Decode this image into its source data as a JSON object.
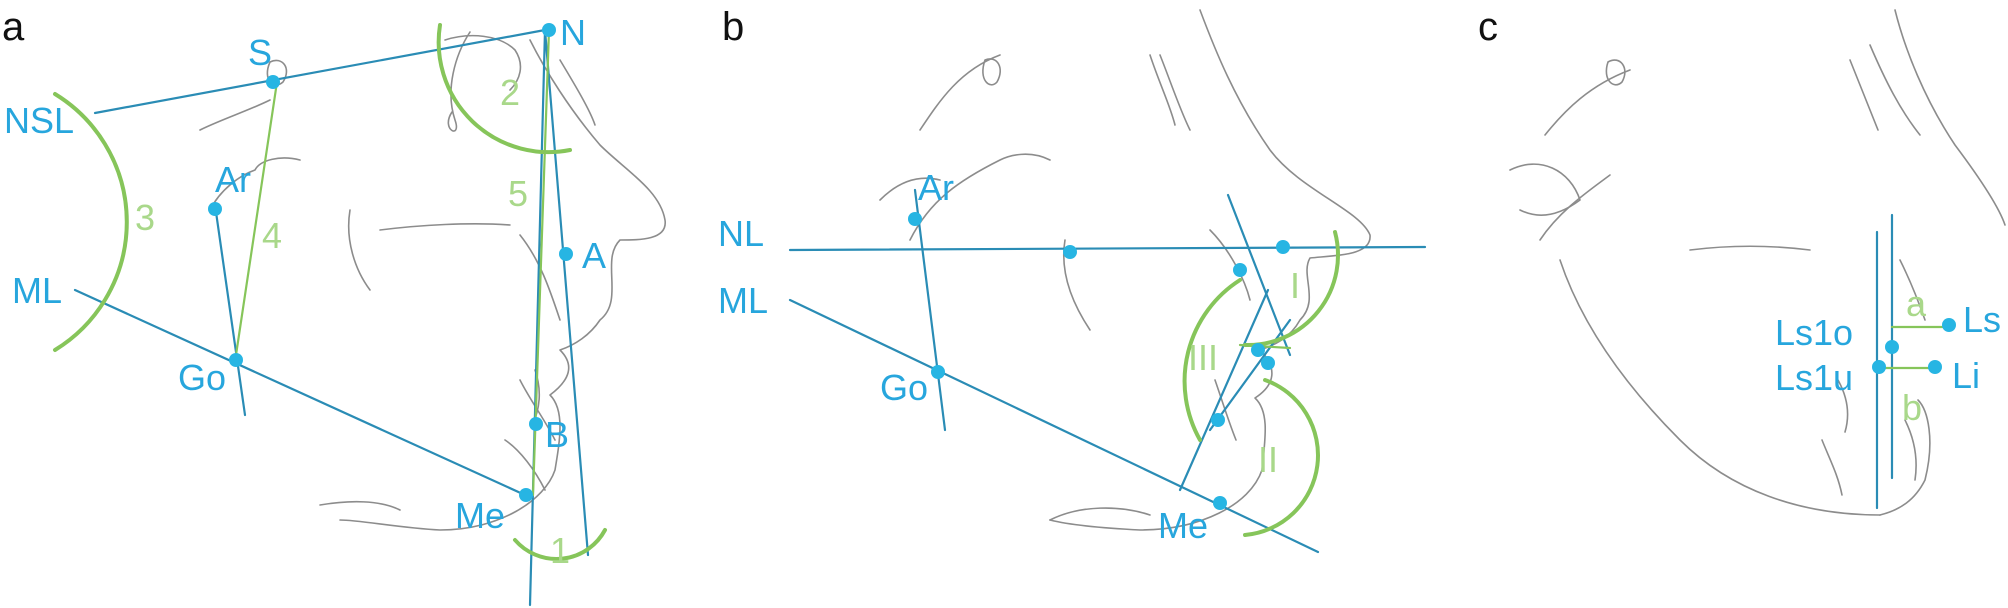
{
  "panels": {
    "a": {
      "letter": "a",
      "landmarks": {
        "N": "N",
        "S": "S",
        "NSL": "NSL",
        "Ar": "Ar",
        "ML": "ML",
        "Go": "Go",
        "A": "A",
        "B": "B",
        "Me": "Me"
      },
      "angles": {
        "n1": "1",
        "n2": "2",
        "n3": "3",
        "n4": "4",
        "n5": "5"
      }
    },
    "b": {
      "letter": "b",
      "landmarks": {
        "Ar": "Ar",
        "NL": "NL",
        "ML": "ML",
        "Go": "Go",
        "Me": "Me"
      },
      "angles": {
        "I": "I",
        "II": "II",
        "III": "III"
      }
    },
    "c": {
      "letter": "c",
      "landmarks": {
        "Ls1o": "Ls1o",
        "Ls1u": "Ls1u",
        "Ls": "Ls",
        "Li": "Li"
      },
      "distances": {
        "a": "a",
        "b": "b"
      }
    }
  },
  "colors": {
    "landmark": "#27b5e3",
    "reference_line": "#2a8cb5",
    "measurement": "#86c55a",
    "profile": "#8c8c8c"
  }
}
